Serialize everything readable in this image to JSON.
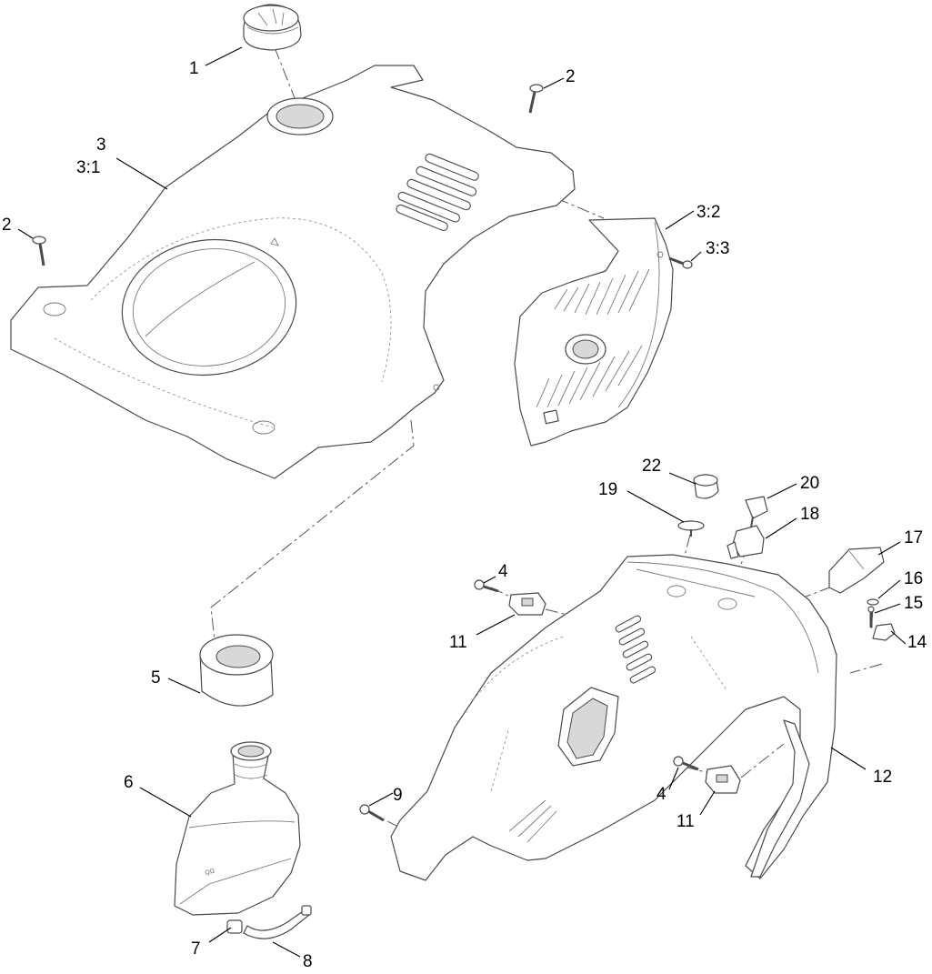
{
  "callouts": [
    {
      "id": "c1",
      "text": "1"
    },
    {
      "id": "c2a",
      "text": "2"
    },
    {
      "id": "c2b",
      "text": "2"
    },
    {
      "id": "c3",
      "text": "3"
    },
    {
      "id": "c31",
      "text": "3:1"
    },
    {
      "id": "c32",
      "text": "3:2"
    },
    {
      "id": "c33",
      "text": "3:3"
    },
    {
      "id": "c4a",
      "text": "4"
    },
    {
      "id": "c4b",
      "text": "4"
    },
    {
      "id": "c5",
      "text": "5"
    },
    {
      "id": "c6",
      "text": "6"
    },
    {
      "id": "c7",
      "text": "7"
    },
    {
      "id": "c8",
      "text": "8"
    },
    {
      "id": "c9",
      "text": "9"
    },
    {
      "id": "c11a",
      "text": "11"
    },
    {
      "id": "c11b",
      "text": "11"
    },
    {
      "id": "c12",
      "text": "12"
    },
    {
      "id": "c14",
      "text": "14"
    },
    {
      "id": "c15",
      "text": "15"
    },
    {
      "id": "c16",
      "text": "16"
    },
    {
      "id": "c17",
      "text": "17"
    },
    {
      "id": "c18",
      "text": "18"
    },
    {
      "id": "c19",
      "text": "19"
    },
    {
      "id": "c20",
      "text": "20"
    },
    {
      "id": "c22",
      "text": "22"
    }
  ]
}
